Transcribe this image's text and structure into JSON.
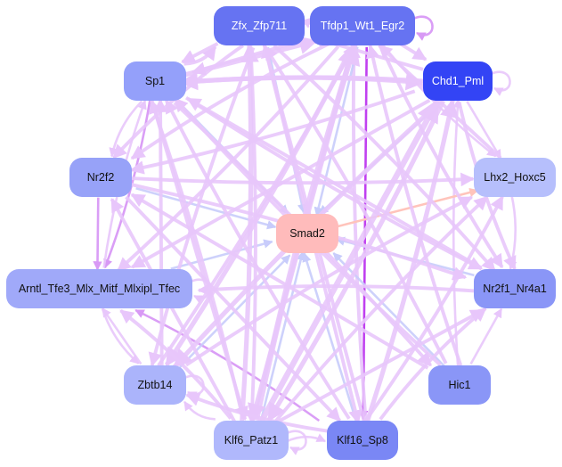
{
  "graph": {
    "type": "directed-network",
    "center_node": "Smad2",
    "nodes": [
      {
        "id": "Zfx_Zfp711",
        "label": "Zfx_Zfp711",
        "color": "#6673f2",
        "text_color": "#ffffff"
      },
      {
        "id": "Tfdp1_Wt1_Egr2",
        "label": "Tfdp1_Wt1_Egr2",
        "color": "#6673f2",
        "text_color": "#ffffff"
      },
      {
        "id": "Chd1_Pml",
        "label": "Chd1_Pml",
        "color": "#3344f5",
        "text_color": "#ffffff"
      },
      {
        "id": "Sp1",
        "label": "Sp1",
        "color": "#94a0fa",
        "text_color": "#111111"
      },
      {
        "id": "Nr2f2",
        "label": "Nr2f2",
        "color": "#97a2f8",
        "text_color": "#111111"
      },
      {
        "id": "Lhx2_Hoxc5",
        "label": "Lhx2_Hoxc5",
        "color": "#b6bffc",
        "text_color": "#111111"
      },
      {
        "id": "Smad2",
        "label": "Smad2",
        "color": "#ffbbbb",
        "text_color": "#111111"
      },
      {
        "id": "Arntl_Tfe3_Mlx_Mitf_Mlxipl_Tfec",
        "label": "Arntl_Tfe3_Mlx_Mitf_Mlxipl_Tfec",
        "color": "#a0a9f9",
        "text_color": "#111111"
      },
      {
        "id": "Nr2f1_Nr4a1",
        "label": "Nr2f1_Nr4a1",
        "color": "#8a96f7",
        "text_color": "#111111"
      },
      {
        "id": "Zbtb14",
        "label": "Zbtb14",
        "color": "#abb4fb",
        "text_color": "#111111"
      },
      {
        "id": "Hic1",
        "label": "Hic1",
        "color": "#8a96f7",
        "text_color": "#111111"
      },
      {
        "id": "Klf6_Patz1",
        "label": "Klf6_Patz1",
        "color": "#b0b8fc",
        "text_color": "#111111"
      },
      {
        "id": "Klf16_Sp8",
        "label": "Klf16_Sp8",
        "color": "#7a87f5",
        "text_color": "#111111"
      }
    ],
    "edge_colors": {
      "regulatory": "#e8c6fb",
      "regulatory_strong": "#d899f5",
      "regulatory_strongest": "#c040f0",
      "to_target": "#c8ccfb",
      "target_out": "#ffc4bb"
    },
    "edges": [
      {
        "from": "Zfx_Zfp711",
        "to": "Tfdp1_Wt1_Egr2",
        "kind": "regulatory",
        "weight": 2
      },
      {
        "from": "Tfdp1_Wt1_Egr2",
        "to": "Zfx_Zfp711",
        "kind": "regulatory",
        "weight": 2
      },
      {
        "from": "Tfdp1_Wt1_Egr2",
        "to": "Tfdp1_Wt1_Egr2",
        "kind": "regulatory_strong",
        "weight": 2
      },
      {
        "from": "Chd1_Pml",
        "to": "Chd1_Pml",
        "kind": "regulatory",
        "weight": 2
      },
      {
        "from": "Zbtb14",
        "to": "Zbtb14",
        "kind": "regulatory",
        "weight": 2
      },
      {
        "from": "Klf6_Patz1",
        "to": "Klf6_Patz1",
        "kind": "regulatory",
        "weight": 2
      },
      {
        "from": "Klf6_Patz1",
        "to": "Klf16_Sp8",
        "kind": "regulatory",
        "weight": 2
      },
      {
        "from": "Arntl_Tfe3_Mlx_Mitf_Mlxipl_Tfec",
        "to": "Arntl_Tfe3_Mlx_Mitf_Mlxipl_Tfec",
        "kind": "regulatory",
        "weight": 2
      },
      {
        "from": "Tfdp1_Wt1_Egr2",
        "to": "Klf16_Sp8",
        "kind": "regulatory_strongest",
        "weight": 2
      },
      {
        "from": "Klf16_Sp8",
        "to": "Tfdp1_Wt1_Egr2",
        "kind": "regulatory",
        "weight": 3
      },
      {
        "from": "Nr2f2",
        "to": "Arntl_Tfe3_Mlx_Mitf_Mlxipl_Tfec",
        "kind": "regulatory_strong",
        "weight": 2
      },
      {
        "from": "Sp1",
        "to": "Nr2f2",
        "kind": "regulatory",
        "weight": 2
      },
      {
        "from": "Sp1",
        "to": "Arntl_Tfe3_Mlx_Mitf_Mlxipl_Tfec",
        "kind": "regulatory_strong",
        "weight": 2
      },
      {
        "from": "Chd1_Pml",
        "to": "Lhx2_Hoxc5",
        "kind": "regulatory",
        "weight": 2
      },
      {
        "from": "Tfdp1_Wt1_Egr2",
        "to": "Lhx2_Hoxc5",
        "kind": "regulatory",
        "weight": 2
      },
      {
        "from": "Hic1",
        "to": "Chd1_Pml",
        "kind": "regulatory",
        "weight": 2
      },
      {
        "from": "Hic1",
        "to": "Nr2f1_Nr4a1",
        "kind": "regulatory",
        "weight": 2
      },
      {
        "from": "Klf16_Sp8",
        "to": "Arntl_Tfe3_Mlx_Mitf_Mlxipl_Tfec",
        "kind": "regulatory_strong",
        "weight": 2
      },
      {
        "from": "Klf6_Patz1",
        "to": "Zbtb14",
        "kind": "regulatory",
        "weight": 2
      },
      {
        "from": "Zbtb14",
        "to": "Arntl_Tfe3_Mlx_Mitf_Mlxipl_Tfec",
        "kind": "regulatory",
        "weight": 2
      },
      {
        "from": "Smad2",
        "to": "Lhx2_Hoxc5",
        "kind": "target_out",
        "weight": 2
      },
      {
        "from": "Zfx_Zfp711",
        "to": "Smad2",
        "kind": "to_target",
        "weight": 2
      },
      {
        "from": "Tfdp1_Wt1_Egr2",
        "to": "Smad2",
        "kind": "to_target",
        "weight": 2
      },
      {
        "from": "Chd1_Pml",
        "to": "Smad2",
        "kind": "to_target",
        "weight": 2
      },
      {
        "from": "Sp1",
        "to": "Smad2",
        "kind": "to_target",
        "weight": 2
      },
      {
        "from": "Nr2f2",
        "to": "Smad2",
        "kind": "to_target",
        "weight": 2
      },
      {
        "from": "Nr2f1_Nr4a1",
        "to": "Smad2",
        "kind": "to_target",
        "weight": 2
      },
      {
        "from": "Hic1",
        "to": "Smad2",
        "kind": "to_target",
        "weight": 2
      },
      {
        "from": "Klf16_Sp8",
        "to": "Smad2",
        "kind": "to_target",
        "weight": 2
      },
      {
        "from": "Klf6_Patz1",
        "to": "Smad2",
        "kind": "to_target",
        "weight": 2
      },
      {
        "from": "Zbtb14",
        "to": "Smad2",
        "kind": "to_target",
        "weight": 2
      },
      {
        "from": "Arntl_Tfe3_Mlx_Mitf_Mlxipl_Tfec",
        "to": "Smad2",
        "kind": "to_target",
        "weight": 2
      },
      {
        "from": "Klf6_Patz1",
        "to": "Zfx_Zfp711",
        "kind": "regulatory",
        "weight": 4
      },
      {
        "from": "Klf6_Patz1",
        "to": "Tfdp1_Wt1_Egr2",
        "kind": "regulatory",
        "weight": 5
      },
      {
        "from": "Klf6_Patz1",
        "to": "Chd1_Pml",
        "kind": "regulatory",
        "weight": 5
      },
      {
        "from": "Klf6_Patz1",
        "to": "Sp1",
        "kind": "regulatory",
        "weight": 3
      },
      {
        "from": "Klf6_Patz1",
        "to": "Lhx2_Hoxc5",
        "kind": "regulatory",
        "weight": 3
      },
      {
        "from": "Klf6_Patz1",
        "to": "Nr2f1_Nr4a1",
        "kind": "regulatory",
        "weight": 3
      },
      {
        "from": "Klf16_Sp8",
        "to": "Chd1_Pml",
        "kind": "regulatory",
        "weight": 4
      },
      {
        "from": "Klf16_Sp8",
        "to": "Sp1",
        "kind": "regulatory",
        "weight": 3
      },
      {
        "from": "Klf16_Sp8",
        "to": "Zfx_Zfp711",
        "kind": "regulatory",
        "weight": 3
      },
      {
        "from": "Klf16_Sp8",
        "to": "Lhx2_Hoxc5",
        "kind": "regulatory",
        "weight": 3
      },
      {
        "from": "Klf16_Sp8",
        "to": "Nr2f1_Nr4a1",
        "kind": "regulatory",
        "weight": 3
      },
      {
        "from": "Sp1",
        "to": "Tfdp1_Wt1_Egr2",
        "kind": "regulatory",
        "weight": 4
      },
      {
        "from": "Sp1",
        "to": "Zfx_Zfp711",
        "kind": "regulatory",
        "weight": 3
      },
      {
        "from": "Sp1",
        "to": "Chd1_Pml",
        "kind": "regulatory",
        "weight": 4
      },
      {
        "from": "Sp1",
        "to": "Klf6_Patz1",
        "kind": "regulatory",
        "weight": 3
      },
      {
        "from": "Sp1",
        "to": "Nr2f1_Nr4a1",
        "kind": "regulatory",
        "weight": 3
      },
      {
        "from": "Sp1",
        "to": "Hic1",
        "kind": "regulatory",
        "weight": 3
      },
      {
        "from": "Zfx_Zfp711",
        "to": "Sp1",
        "kind": "regulatory",
        "weight": 3
      },
      {
        "from": "Zfx_Zfp711",
        "to": "Nr2f2",
        "kind": "regulatory",
        "weight": 3
      },
      {
        "from": "Zfx_Zfp711",
        "to": "Klf6_Patz1",
        "kind": "regulatory",
        "weight": 3
      },
      {
        "from": "Zfx_Zfp711",
        "to": "Klf16_Sp8",
        "kind": "regulatory",
        "weight": 3
      },
      {
        "from": "Zfx_Zfp711",
        "to": "Zbtb14",
        "kind": "regulatory",
        "weight": 3
      },
      {
        "from": "Zfx_Zfp711",
        "to": "Nr2f1_Nr4a1",
        "kind": "regulatory",
        "weight": 3
      },
      {
        "from": "Tfdp1_Wt1_Egr2",
        "to": "Sp1",
        "kind": "regulatory",
        "weight": 3
      },
      {
        "from": "Tfdp1_Wt1_Egr2",
        "to": "Nr2f2",
        "kind": "regulatory",
        "weight": 3
      },
      {
        "from": "Tfdp1_Wt1_Egr2",
        "to": "Zbtb14",
        "kind": "regulatory",
        "weight": 4
      },
      {
        "from": "Tfdp1_Wt1_Egr2",
        "to": "Klf6_Patz1",
        "kind": "regulatory",
        "weight": 4
      },
      {
        "from": "Tfdp1_Wt1_Egr2",
        "to": "Nr2f1_Nr4a1",
        "kind": "regulatory",
        "weight": 3
      },
      {
        "from": "Tfdp1_Wt1_Egr2",
        "to": "Arntl_Tfe3_Mlx_Mitf_Mlxipl_Tfec",
        "kind": "regulatory",
        "weight": 3
      },
      {
        "from": "Tfdp1_Wt1_Egr2",
        "to": "Chd1_Pml",
        "kind": "regulatory",
        "weight": 3
      },
      {
        "from": "Chd1_Pml",
        "to": "Sp1",
        "kind": "regulatory",
        "weight": 4
      },
      {
        "from": "Chd1_Pml",
        "to": "Nr2f2",
        "kind": "regulatory",
        "weight": 3
      },
      {
        "from": "Chd1_Pml",
        "to": "Zfx_Zfp711",
        "kind": "regulatory",
        "weight": 3
      },
      {
        "from": "Chd1_Pml",
        "to": "Zbtb14",
        "kind": "regulatory",
        "weight": 4
      },
      {
        "from": "Chd1_Pml",
        "to": "Klf6_Patz1",
        "kind": "regulatory",
        "weight": 4
      },
      {
        "from": "Chd1_Pml",
        "to": "Arntl_Tfe3_Mlx_Mitf_Mlxipl_Tfec",
        "kind": "regulatory",
        "weight": 3
      },
      {
        "from": "Chd1_Pml",
        "to": "Nr2f1_Nr4a1",
        "kind": "regulatory",
        "weight": 3
      },
      {
        "from": "Nr2f2",
        "to": "Nr2f1_Nr4a1",
        "kind": "regulatory",
        "weight": 3
      },
      {
        "from": "Nr2f2",
        "to": "Klf16_Sp8",
        "kind": "regulatory",
        "weight": 3
      },
      {
        "from": "Nr2f2",
        "to": "Lhx2_Hoxc5",
        "kind": "regulatory",
        "weight": 3
      },
      {
        "from": "Hic1",
        "to": "Sp1",
        "kind": "regulatory",
        "weight": 3
      },
      {
        "from": "Hic1",
        "to": "Nr2f2",
        "kind": "regulatory",
        "weight": 3
      },
      {
        "from": "Hic1",
        "to": "Zfx_Zfp711",
        "kind": "regulatory",
        "weight": 3
      },
      {
        "from": "Hic1",
        "to": "Tfdp1_Wt1_Egr2",
        "kind": "regulatory",
        "weight": 3
      },
      {
        "from": "Nr2f1_Nr4a1",
        "to": "Sp1",
        "kind": "regulatory",
        "weight": 3
      },
      {
        "from": "Nr2f1_Nr4a1",
        "to": "Arntl_Tfe3_Mlx_Mitf_Mlxipl_Tfec",
        "kind": "regulatory",
        "weight": 3
      },
      {
        "from": "Lhx2_Hoxc5",
        "to": "Nr2f1_Nr4a1",
        "kind": "regulatory",
        "weight": 2
      },
      {
        "from": "Lhx2_Hoxc5",
        "to": "Tfdp1_Wt1_Egr2",
        "kind": "regulatory",
        "weight": 3
      },
      {
        "from": "Arntl_Tfe3_Mlx_Mitf_Mlxipl_Tfec",
        "to": "Zbtb14",
        "kind": "regulatory",
        "weight": 2
      },
      {
        "from": "Arntl_Tfe3_Mlx_Mitf_Mlxipl_Tfec",
        "to": "Sp1",
        "kind": "regulatory",
        "weight": 2
      },
      {
        "from": "Zbtb14",
        "to": "Sp1",
        "kind": "regulatory",
        "weight": 3
      },
      {
        "from": "Zbtb14",
        "to": "Tfdp1_Wt1_Egr2",
        "kind": "regulatory",
        "weight": 3
      },
      {
        "from": "Zbtb14",
        "to": "Lhx2_Hoxc5",
        "kind": "regulatory",
        "weight": 3
      },
      {
        "from": "Klf6_Patz1",
        "to": "Nr2f2",
        "kind": "regulatory",
        "weight": 3
      },
      {
        "from": "Klf6_Patz1",
        "to": "Arntl_Tfe3_Mlx_Mitf_Mlxipl_Tfec",
        "kind": "regulatory",
        "weight": 3
      },
      {
        "from": "Klf16_Sp8",
        "to": "Zbtb14",
        "kind": "regulatory",
        "weight": 3
      }
    ]
  }
}
